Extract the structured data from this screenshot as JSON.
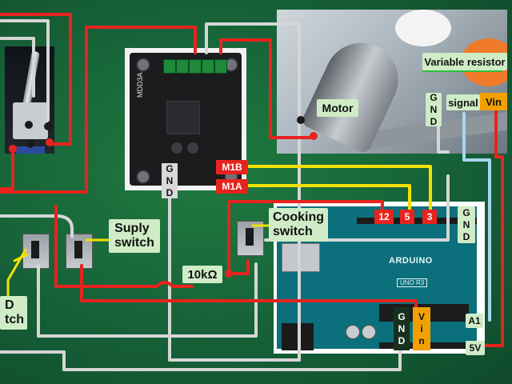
{
  "labels": {
    "variable_resistor": "Variable resistor",
    "gnd_vr": "GND",
    "signal": "signal",
    "vin_vr": "Vin",
    "motor": "Motor",
    "gnd_driver": "GND",
    "m1b": "M1B",
    "m1a": "M1A",
    "pin12": "12",
    "pin5": "5",
    "pin3": "3",
    "gnd_arduino_top": "GND",
    "supply_switch": "Suply\nswitch",
    "cooking_switch": "Cooking\nswitch",
    "resistor": "10kΩ",
    "led_switch_partial": "D\ntch",
    "gnd_arduino_bottom": "GND",
    "vin_arduino": "Vin",
    "a1": "A1",
    "v5": "5V"
  },
  "photos": {
    "arduino_logo": "ARDUINO",
    "arduino_model": "UNO R3",
    "driver_model": "MDD3A"
  },
  "colors": {
    "background": "#18663a",
    "wire_red": "#e8231e",
    "wire_yellow": "#f2e200",
    "wire_white": "#d6d6d6",
    "wire_lightblue": "#a9d6f0",
    "label_light": "#cfecc6",
    "label_orange": "#f2a000"
  }
}
